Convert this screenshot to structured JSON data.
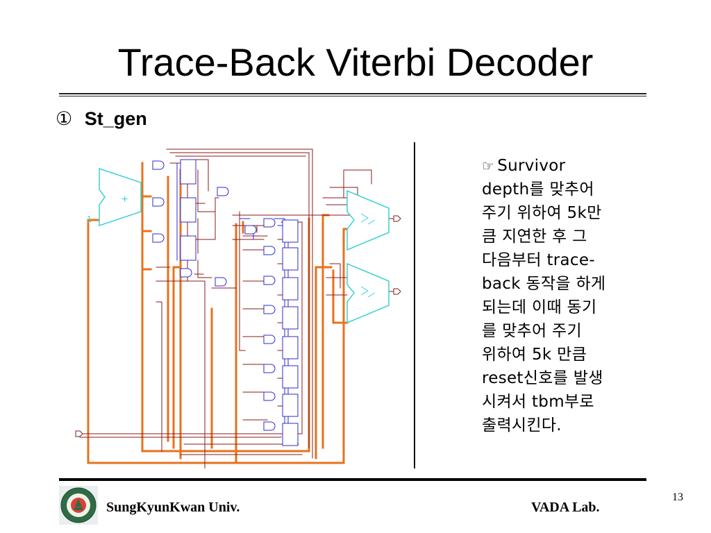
{
  "slide": {
    "title": "Trace-Back Viterbi Decoder",
    "section_number": "①",
    "section_label": "St_gen",
    "note_icon": "pointing-hand-icon",
    "note_lines": [
      "Survivor",
      "depth를 맞추어",
      "주기 위하여 5k만",
      "큼 지연한 후 그",
      "다음부터 trace-",
      "back 동작을 하게",
      "되는데 이때 동기",
      "를 맞추어 주기",
      "위하여 5k 만큼",
      "reset신호를 발생",
      "시켜서 tbm부로",
      "출력시킨다."
    ],
    "diagram_labels": {
      "adder_sign": "+",
      "adder_const": "1"
    }
  },
  "footer": {
    "left": "SungKyunKwan Univ.",
    "right": "VADA Lab.",
    "page_number": "13",
    "logo_icon": "university-seal-icon"
  },
  "colors": {
    "wire": "#e8711c",
    "thin_wire": "#8a1a1a",
    "adder": "#3ad1d1",
    "gate": "#2b2bd0"
  }
}
